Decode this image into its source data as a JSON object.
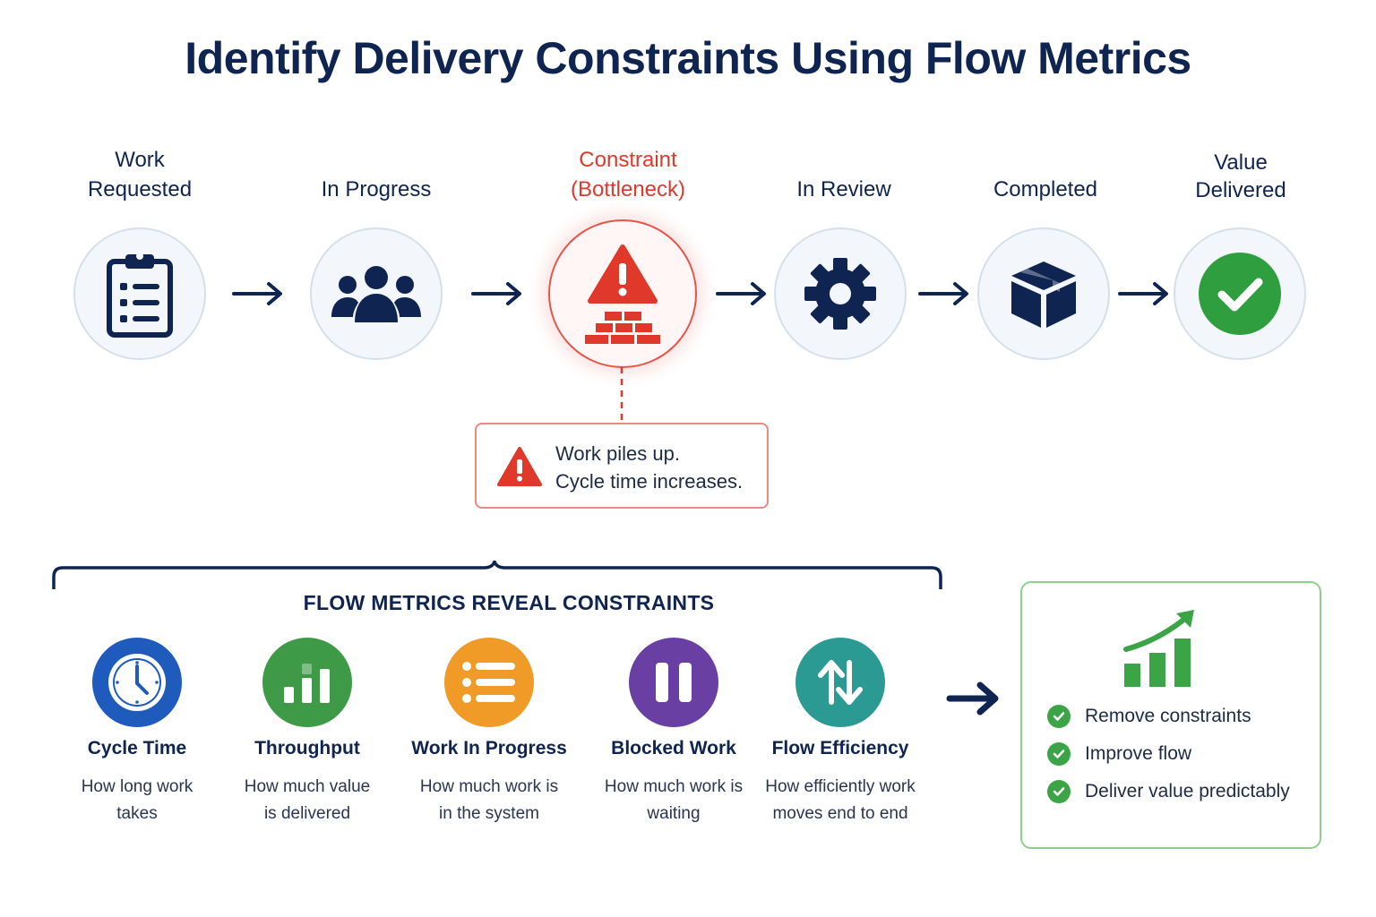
{
  "title": "Identify Delivery Constraints Using Flow Metrics",
  "stages": [
    {
      "label": "Work\nRequested",
      "icon": "clipboard-icon"
    },
    {
      "label": "In Progress",
      "icon": "team-icon"
    },
    {
      "label": "Constraint\n(Bottleneck)",
      "icon": "warning-wall-icon"
    },
    {
      "label": "In Review",
      "icon": "gear-icon"
    },
    {
      "label": "Completed",
      "icon": "box-icon"
    },
    {
      "label": "Value\nDelivered",
      "icon": "checkmark-icon"
    }
  ],
  "callout": {
    "line1": "Work piles up.",
    "line2": "Cycle time increases."
  },
  "metrics_heading": "FLOW METRICS REVEAL CONSTRAINTS",
  "metrics": [
    {
      "name": "Cycle Time",
      "desc1": "How long work",
      "desc2": "takes",
      "color": "#1f5bbd",
      "icon": "clock-icon"
    },
    {
      "name": "Throughput",
      "desc1": "How much value",
      "desc2": "is delivered",
      "color": "#3f9a48",
      "icon": "bar-chart-icon"
    },
    {
      "name": "Work In Progress",
      "desc1": "How much work is",
      "desc2": "in the system",
      "color": "#f09a28",
      "icon": "list-icon"
    },
    {
      "name": "Blocked Work",
      "desc1": "How much work is",
      "desc2": "waiting",
      "color": "#6a3fa3",
      "icon": "pause-icon"
    },
    {
      "name": "Flow Efficiency",
      "desc1": "How efficiently work",
      "desc2": "moves end to end",
      "color": "#2a9a93",
      "icon": "swap-arrows-icon"
    }
  ],
  "outcomes": [
    "Remove constraints",
    "Improve flow",
    "Deliver value predictably"
  ],
  "colors": {
    "navy": "#0f2450",
    "red": "#e0382b",
    "green": "#3aa446"
  }
}
